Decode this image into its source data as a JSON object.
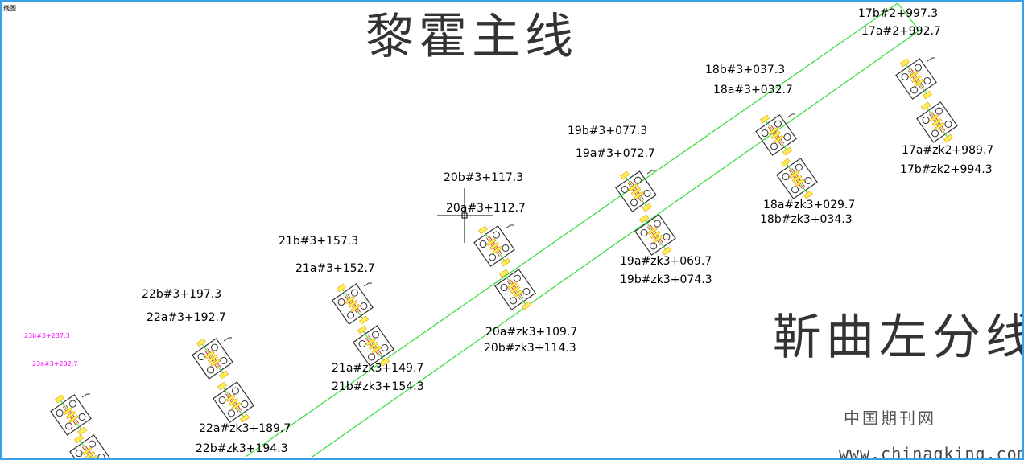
{
  "corner_label": "线图",
  "titles": {
    "main_line": "黎霍主线",
    "branch_line": "靳曲左分线"
  },
  "watermark": {
    "cn": "中国期刊网",
    "url": "www.chinaqking.com"
  },
  "stations": [
    {
      "id": "17",
      "upper_b": "17b#2+997.3",
      "upper_a": "17a#2+992.7",
      "lower_a": "17a#zk2+989.7",
      "lower_b": "17b#zk2+994.3"
    },
    {
      "id": "18",
      "upper_b": "18b#3+037.3",
      "upper_a": "18a#3+032.7",
      "lower_a": "18a#zk3+029.7",
      "lower_b": "18b#zk3+034.3"
    },
    {
      "id": "19",
      "upper_b": "19b#3+077.3",
      "upper_a": "19a#3+072.7",
      "lower_a": "19a#zk3+069.7",
      "lower_b": "19b#zk3+074.3"
    },
    {
      "id": "20",
      "upper_b": "20b#3+117.3",
      "upper_a": "20a#3+112.7",
      "lower_a": "20a#zk3+109.7",
      "lower_b": "20b#zk3+114.3"
    },
    {
      "id": "21",
      "upper_b": "21b#3+157.3",
      "upper_a": "21a#3+152.7",
      "lower_a": "21a#zk3+149.7",
      "lower_b": "21b#zk3+154.3"
    },
    {
      "id": "22",
      "upper_b": "22b#3+197.3",
      "upper_a": "22a#3+192.7",
      "lower_a": "22a#zk3+189.7",
      "lower_b": "22b#zk3+194.3"
    },
    {
      "id": "23",
      "upper_b": "23b#3+237.3",
      "upper_a": "23a#3+232.7"
    }
  ],
  "colors": {
    "border": "#3aa0e8",
    "alignment_line": "#33dd33",
    "pier": "#333333",
    "bearing_fill": "#ffee55",
    "bearing_stroke": "#e0a000",
    "red_mark": "#ee2222",
    "magenta_label": "#ff00ff"
  }
}
